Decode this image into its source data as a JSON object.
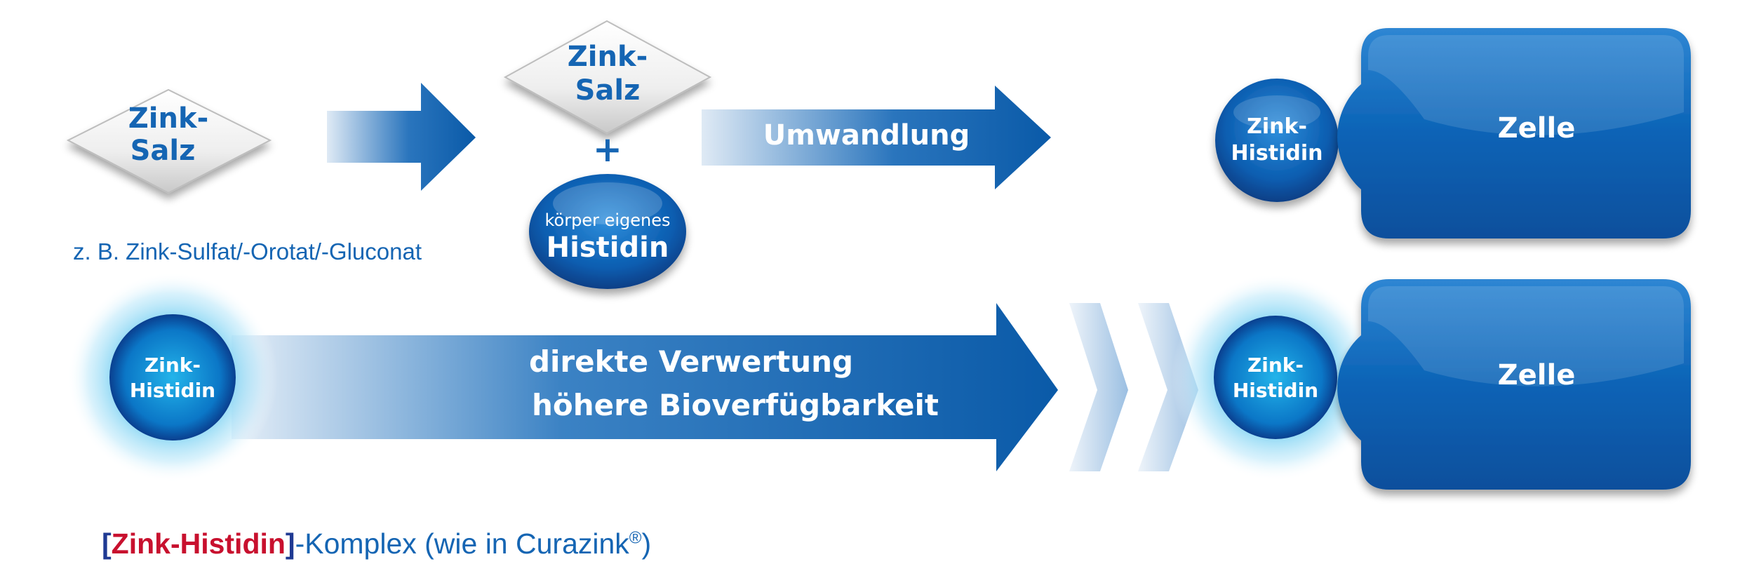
{
  "top_row": {
    "salt_diamond_1": {
      "line1": "Zink-",
      "line2": "Salz"
    },
    "salt_examples": "z. B. Zink-Sulfat/-Orotat/-Gluconat",
    "salt_diamond_2": {
      "line1": "Zink-",
      "line2": "Salz"
    },
    "plus_sign": "+",
    "histidin_drop": {
      "line1": "körper eigenes",
      "line2": "Histidin"
    },
    "conversion_arrow": "Umwandlung",
    "complex_sphere": {
      "line1": "Zink-",
      "line2": "Histidin"
    },
    "cell": "Zelle"
  },
  "bottom_row": {
    "complex_sphere_left": {
      "line1": "Zink-",
      "line2": "Histidin"
    },
    "arrow_line1": "direkte Verwertung",
    "arrow_line2": "höhere Bioverfügbarkeit",
    "complex_sphere_right": {
      "line1": "Zink-",
      "line2": "Histidin"
    },
    "cell": "Zelle"
  },
  "legend": {
    "bracket_open": "[",
    "name": "Zink-Histidin",
    "bracket_close": "]",
    "rest": "-Komplex (wie in Curazink",
    "registered": "®",
    "end": ")"
  },
  "colors": {
    "blue": "#0a5aa8",
    "light_blue": "#dfeaf5",
    "text_blue": "#1565b3",
    "red": "#c8102e",
    "navy": "#1f3a93"
  }
}
